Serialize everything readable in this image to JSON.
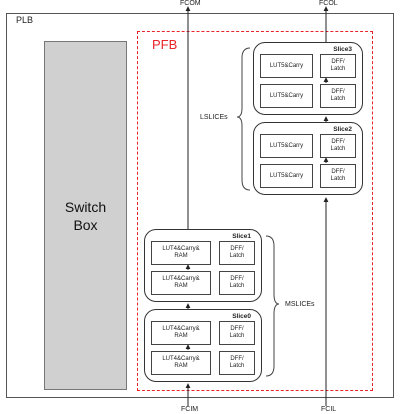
{
  "plb_label": "PLB",
  "pfb_label": "PFB",
  "switch_box": {
    "line1": "Switch",
    "line2": "Box"
  },
  "ports": {
    "fcom": "FCOM",
    "fcol": "FCOL",
    "fcim": "FCIM",
    "fcil": "FCIL"
  },
  "group_labels": {
    "lslices": "LSLICEs",
    "mslices": "MSLICEs"
  },
  "slices": [
    {
      "title": "Slice3",
      "rows": [
        {
          "lut": "LUT5&Carry",
          "ff": "DFF/\nLatch"
        },
        {
          "lut": "LUT5&Carry",
          "ff": "DFF/\nLatch"
        }
      ]
    },
    {
      "title": "Slice2",
      "rows": [
        {
          "lut": "LUT5&Carry",
          "ff": "DFF/\nLatch"
        },
        {
          "lut": "LUT5&Carry",
          "ff": "DFF/\nLatch"
        }
      ]
    },
    {
      "title": "Slice1",
      "rows": [
        {
          "lut": "LUT4&Carry&\nRAM",
          "ff": "DFF/\nLatch"
        },
        {
          "lut": "LUT4&Carry&\nRAM",
          "ff": "DFF/\nLatch"
        }
      ]
    },
    {
      "title": "Slice0",
      "rows": [
        {
          "lut": "LUT4&Carry&\nRAM",
          "ff": "DFF/\nLatch"
        },
        {
          "lut": "LUT4&Carry&\nRAM",
          "ff": "DFF/\nLatch"
        }
      ]
    }
  ],
  "colors": {
    "pfb_border": "#e8232a",
    "switch_fill": "#d0d0d0"
  }
}
